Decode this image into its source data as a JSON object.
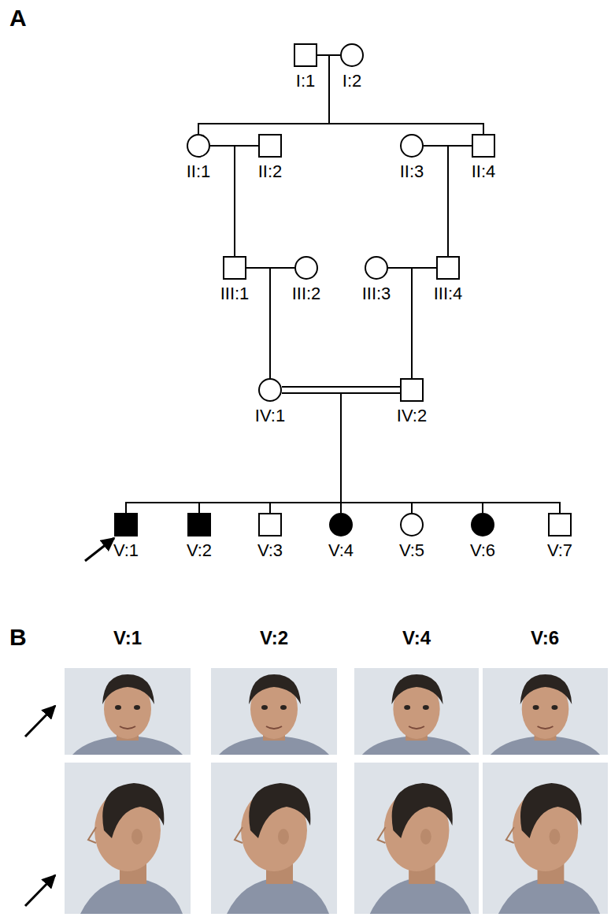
{
  "diagram": {
    "nodes": [
      {
        "text": [
          "I:1"
        ]
      },
      {
        "text": [
          "I:2"
        ]
      },
      {
        "text": [
          "II:1"
        ]
      },
      {
        "text": [
          "II:2"
        ]
      },
      {
        "text": [
          "II:3"
        ]
      },
      {
        "text": [
          "II:4"
        ]
      },
      {
        "text": [
          "III:1"
        ]
      },
      {
        "text": [
          "III:2"
        ]
      },
      {
        "text": [
          "III:3"
        ]
      },
      {
        "text": [
          "III:4"
        ]
      },
      {
        "text": [
          "IV:1"
        ]
      },
      {
        "text": [
          "IV:2"
        ]
      },
      {
        "text": [
          "V:1"
        ]
      },
      {
        "text": [
          "V:2"
        ]
      },
      {
        "text": [
          "V:3"
        ]
      },
      {
        "text": [
          "V:4"
        ]
      },
      {
        "text": [
          "V:5"
        ]
      },
      {
        "text": [
          "V:6"
        ]
      },
      {
        "text": [
          "V:7"
        ]
      }
    ],
    "edges": [
      {
        "from": 0,
        "to": 1,
        "arrow": "none"
      },
      {
        "from": 2,
        "to": 3,
        "arrow": "none"
      },
      {
        "from": 4,
        "to": 5,
        "arrow": "none"
      },
      {
        "from": 6,
        "to": 7,
        "arrow": "none"
      },
      {
        "from": 8,
        "to": 9,
        "arrow": "none"
      },
      {
        "from": 10,
        "to": 11,
        "arrow": "none"
      },
      {
        "from": 0,
        "to": 2,
        "arrow": "none"
      },
      {
        "from": 1,
        "to": 2,
        "arrow": "none"
      },
      {
        "from": 0,
        "to": 5,
        "arrow": "none"
      },
      {
        "from": 1,
        "to": 5,
        "arrow": "none"
      },
      {
        "from": 2,
        "to": 6,
        "arrow": "none"
      },
      {
        "from": 3,
        "to": 6,
        "arrow": "none"
      },
      {
        "from": 4,
        "to": 9,
        "arrow": "none"
      },
      {
        "from": 5,
        "to": 9,
        "arrow": "none"
      },
      {
        "from": 6,
        "to": 10,
        "arrow": "none"
      },
      {
        "from": 7,
        "to": 10,
        "arrow": "none"
      },
      {
        "from": 8,
        "to": 11,
        "arrow": "none"
      },
      {
        "from": 9,
        "to": 11,
        "arrow": "none"
      },
      {
        "from": 10,
        "to": 12,
        "arrow": "none"
      },
      {
        "from": 11,
        "to": 12,
        "arrow": "none"
      },
      {
        "from": 10,
        "to": 13,
        "arrow": "none"
      },
      {
        "from": 11,
        "to": 13,
        "arrow": "none"
      },
      {
        "from": 10,
        "to": 14,
        "arrow": "none"
      },
      {
        "from": 11,
        "to": 14,
        "arrow": "none"
      },
      {
        "from": 10,
        "to": 15,
        "arrow": "none"
      },
      {
        "from": 11,
        "to": 15,
        "arrow": "none"
      },
      {
        "from": 10,
        "to": 16,
        "arrow": "none"
      },
      {
        "from": 11,
        "to": 16,
        "arrow": "none"
      },
      {
        "from": 10,
        "to": 17,
        "arrow": "none"
      },
      {
        "from": 11,
        "to": 17,
        "arrow": "none"
      },
      {
        "from": 10,
        "to": 18,
        "arrow": "none"
      },
      {
        "from": 11,
        "to": 18,
        "arrow": "none"
      }
    ],
    "labels": [
      "A",
      "B",
      "V:1",
      "V:2",
      "V:4",
      "V:6"
    ]
  }
}
